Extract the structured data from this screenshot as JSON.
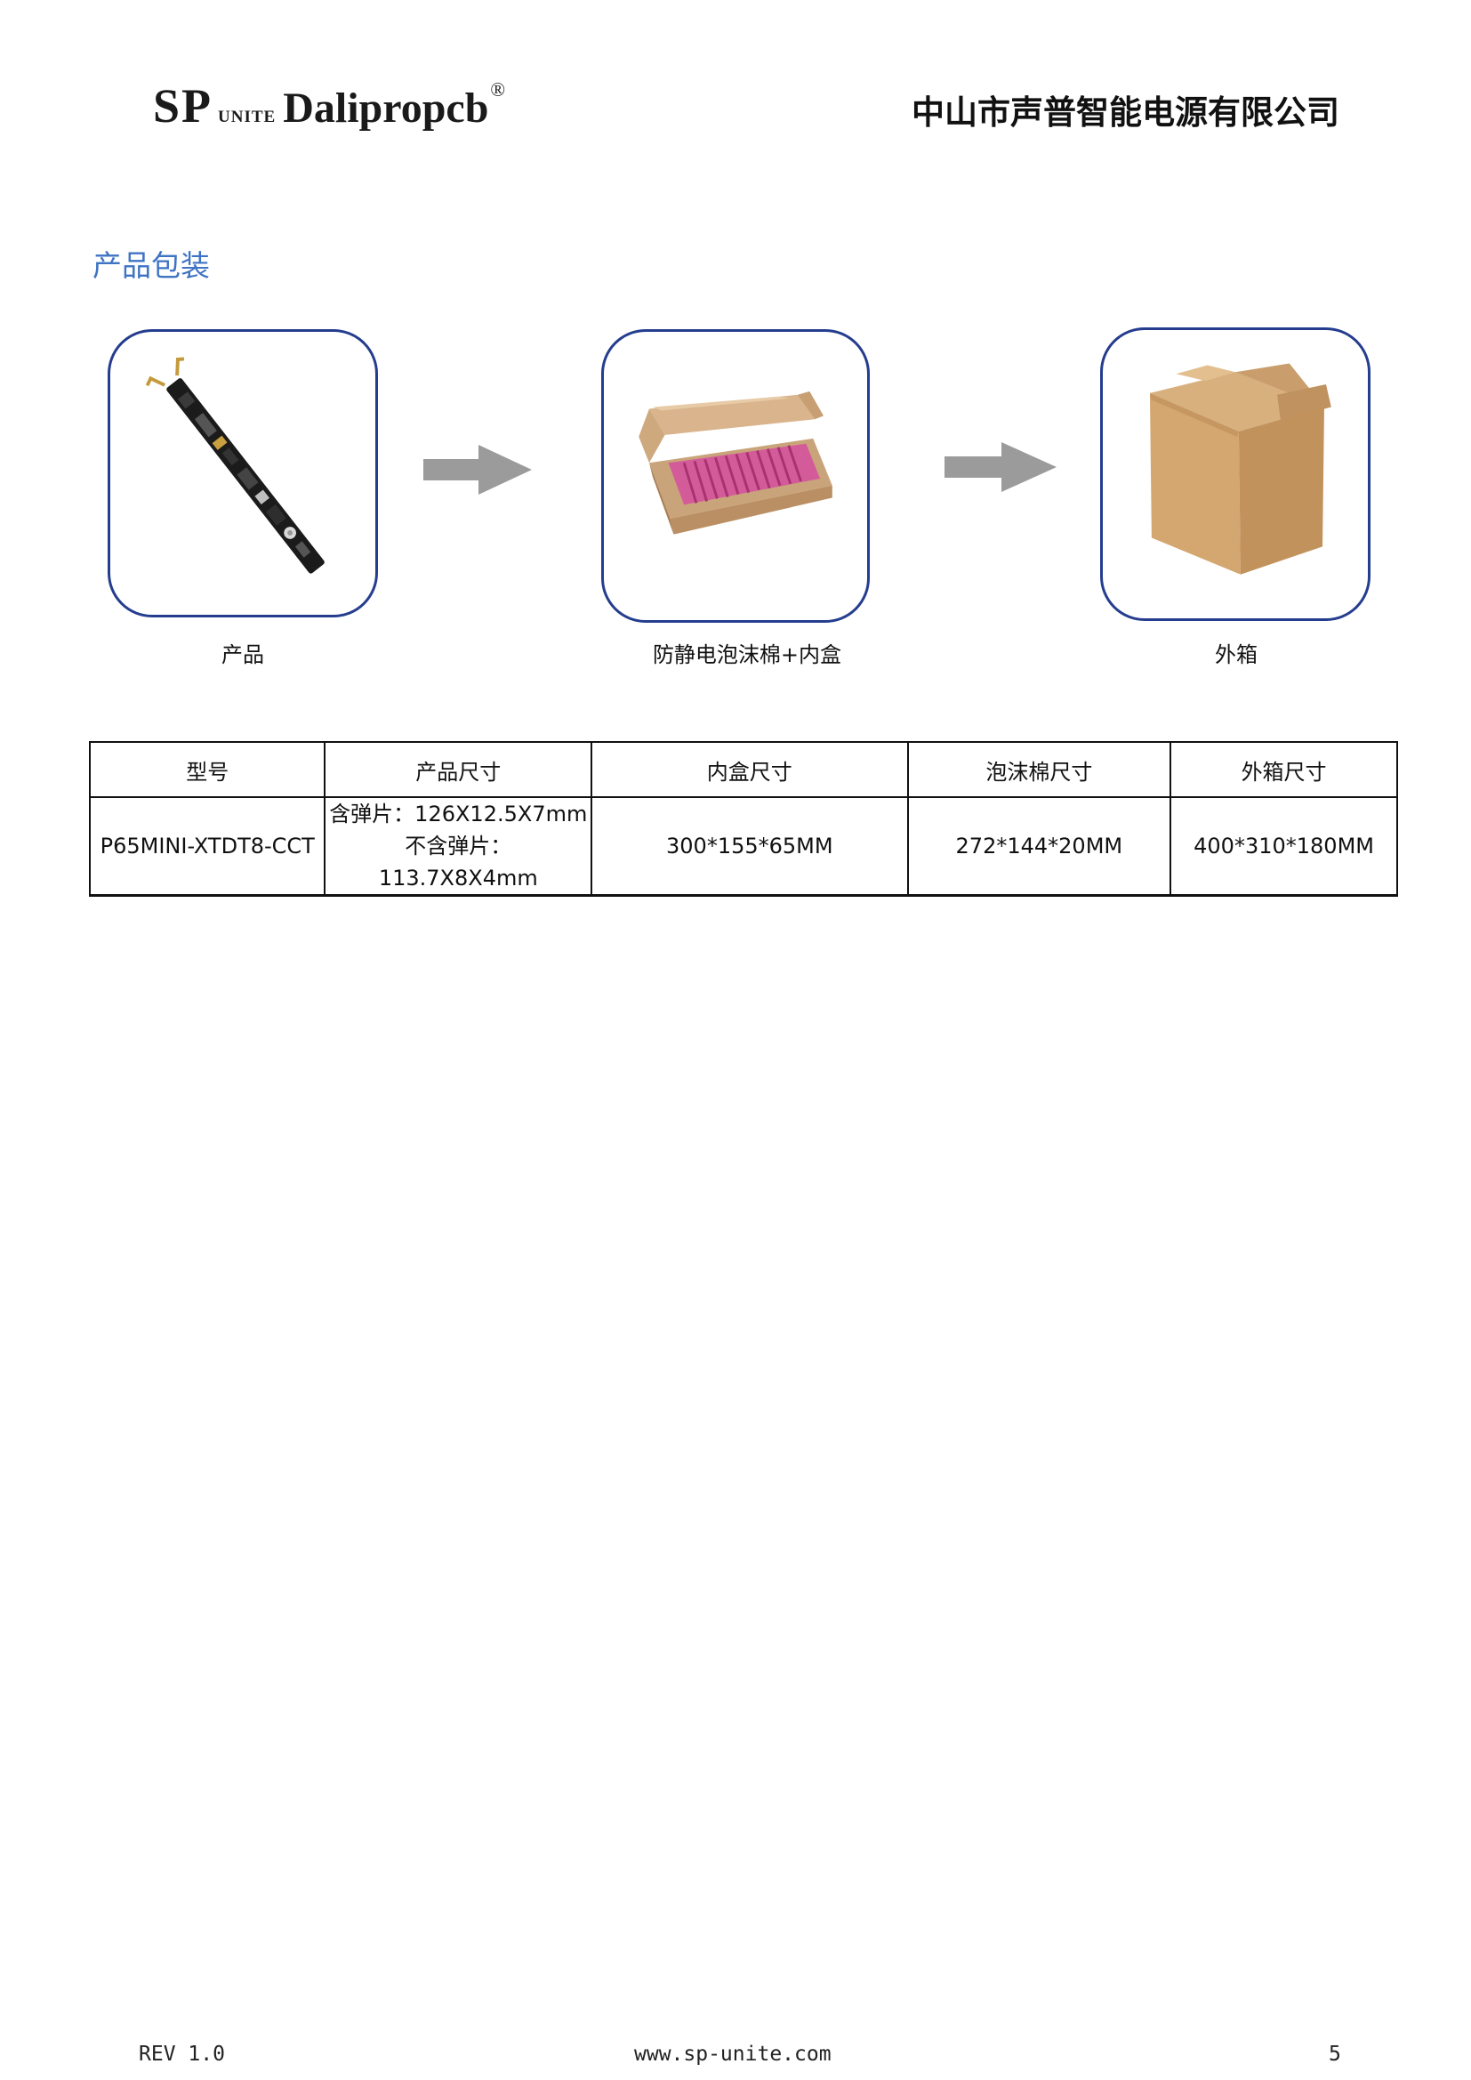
{
  "header": {
    "logo_sp": "SP",
    "logo_unite": "UNITE",
    "logo_dali": "Dalipropcb",
    "logo_reg": "®",
    "company": "中山市声普智能电源有限公司"
  },
  "section": {
    "title": "产品包装"
  },
  "packaging": {
    "steps": [
      {
        "caption": "产品",
        "icon": "led-board-photo"
      },
      {
        "caption": "防静电泡沫棉+内盒",
        "icon": "foam-inner-box-photo"
      },
      {
        "caption": "外箱",
        "icon": "carton-box-photo"
      }
    ],
    "arrow_color": "#999999",
    "card_border_color": "#253d8e"
  },
  "table": {
    "headers": [
      "型号",
      "产品尺寸",
      "内盒尺寸",
      "泡沫棉尺寸",
      "外箱尺寸"
    ],
    "row": {
      "model": "P65MINI-XTDT8-CCT",
      "size_with_spring": "含弹片：126X12.5X7mm",
      "size_without_spring": "不含弹片：113.7X8X4mm",
      "inner_box": "300*155*65MM",
      "foam": "272*144*20MM",
      "outer_box": "400*310*180MM"
    }
  },
  "footer": {
    "rev": "REV 1.0",
    "website": "www.sp-unite.com",
    "page": "5"
  }
}
